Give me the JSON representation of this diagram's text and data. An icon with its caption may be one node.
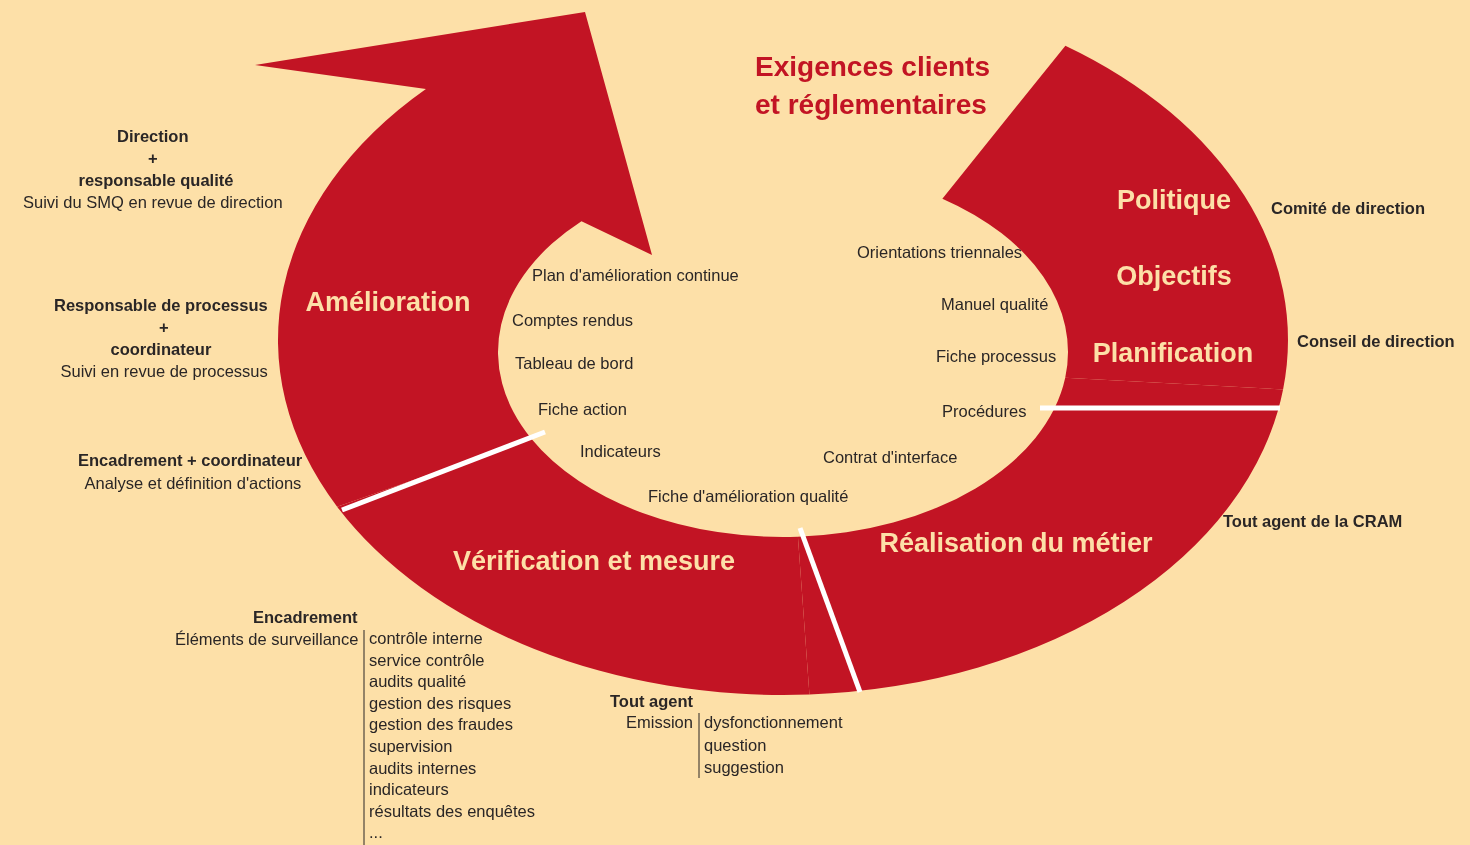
{
  "diagram": {
    "nodes": [
      {
        "text": [
          "Politique",
          "Objectifs",
          "Planification"
        ]
      },
      {
        "text": [
          "Réalisation du métier"
        ]
      },
      {
        "text": [
          "Vérification et mesure"
        ]
      },
      {
        "text": [
          "Amélioration"
        ]
      }
    ],
    "labels": [
      "Exigences clients et réglementaires",
      "Direction",
      "+",
      "responsable qualité",
      "Suivi du SMQ en revue de direction",
      "Comité de direction",
      "Plan d'amélioration continue",
      "Orientations triennales",
      "Responsable de processus",
      "+",
      "coordinateur",
      "Suivi en revue de processus",
      "Comptes rendus",
      "Manuel qualité",
      "Tableau de bord",
      "Fiche processus",
      "Conseil de direction",
      "Fiche action",
      "Procédures",
      "Encadrement + coordinateur",
      "Analyse et définition d'actions",
      "Indicateurs",
      "Contrat d'interface",
      "Fiche d'amélioration qualité",
      "Tout agent de la CRAM",
      "Encadrement",
      "Éléments de surveillance",
      "contrôle interne",
      "service contrôle",
      "audits qualité",
      "gestion des risques",
      "gestion des fraudes",
      "supervision",
      "audits internes",
      "indicateurs",
      "résultats des enquêtes",
      "...",
      "Tout agent",
      "Emission",
      "dysfonctionnement",
      "question",
      "suggestion"
    ]
  }
}
